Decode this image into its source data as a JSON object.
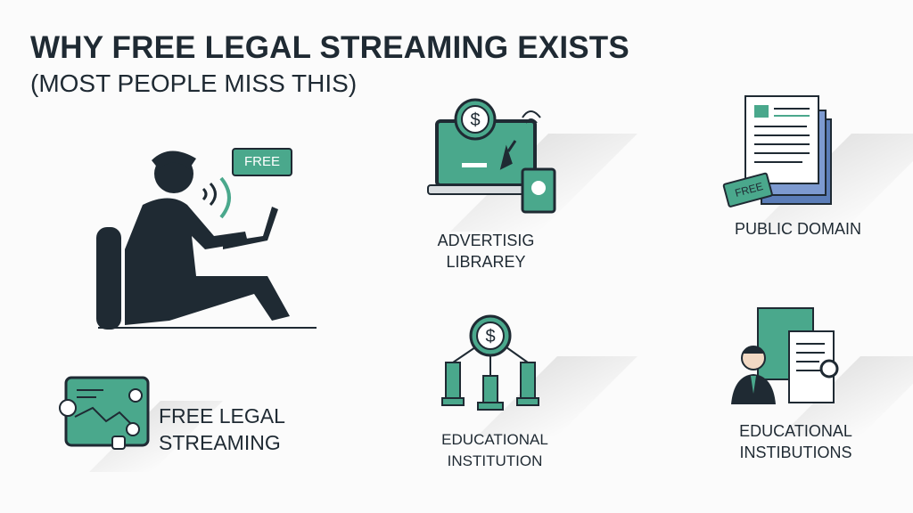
{
  "header": {
    "title": "WHY FREE LEGAL STREAMING EXISTS",
    "subtitle": "(MOST PEOPLE MISS THIS)"
  },
  "hero": {
    "tag": "FREE",
    "icon": "person-with-laptop-icon"
  },
  "items": [
    {
      "label_line1": "ADVERTISIG",
      "label_line2": "LIBRAREY",
      "icon": "laptop-dollar-icon"
    },
    {
      "label_line1": "PUBLIC DOMAIN",
      "icon": "documents-free-tag-icon",
      "tag": "FREE"
    },
    {
      "label_line1": "FREE LEGAL",
      "label_line2": "STREAMING",
      "icon": "streaming-map-icon"
    },
    {
      "label_line1": "EDUCATIONAL",
      "label_line2": "INSTITUTION",
      "icon": "dollar-network-icon"
    },
    {
      "label_line1": "EDUCATIONAL",
      "label_line2": "INSTIBUTIONS",
      "icon": "person-documents-icon"
    }
  ],
  "colors": {
    "teal": "#4aa88c",
    "dark": "#1f2a33",
    "blue": "#5b7db8"
  }
}
